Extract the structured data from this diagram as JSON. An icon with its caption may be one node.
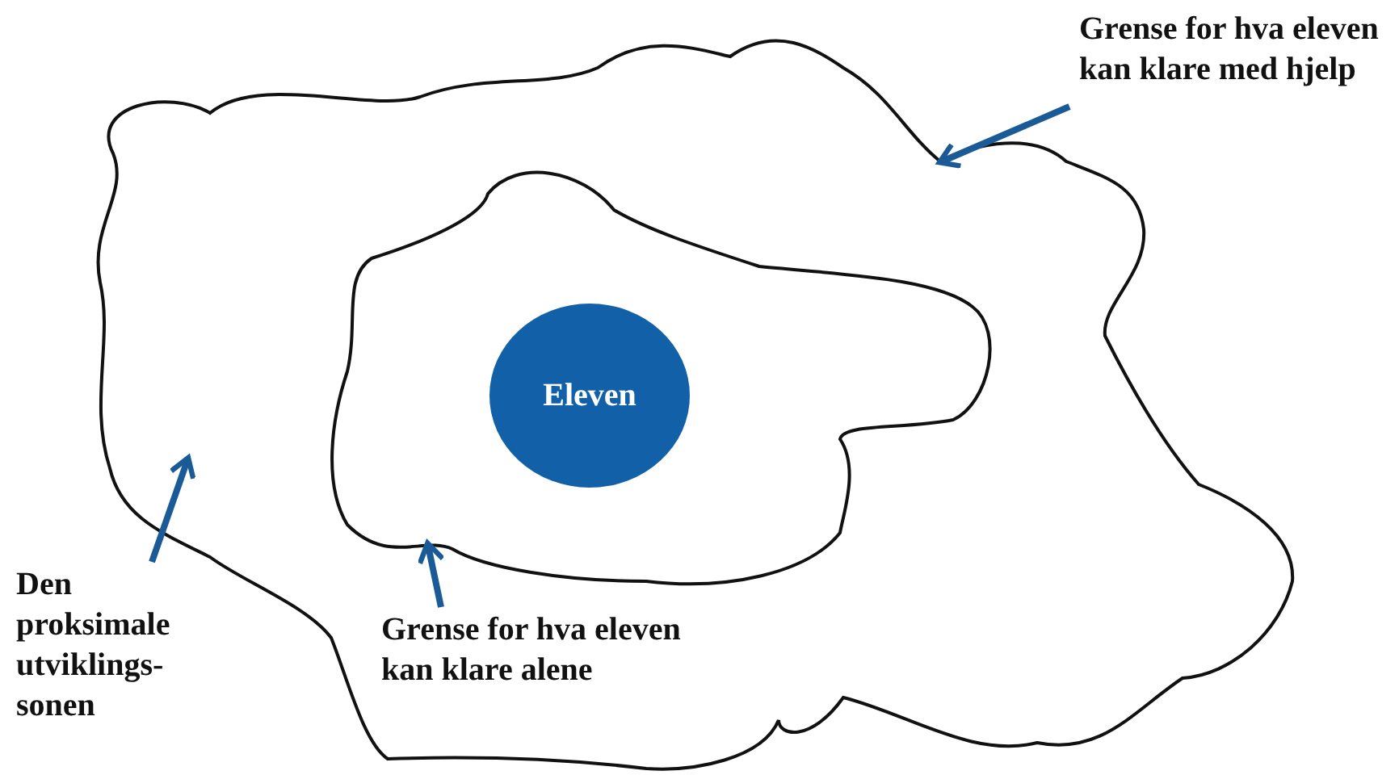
{
  "diagram": {
    "nodes": [
      {
        "text": [],
        "shape": "cloud"
      },
      {
        "text": [],
        "shape": "cloud",
        "in": 0
      },
      {
        "text": [
          "Eleven"
        ],
        "in": 1
      },
      {
        "text": [
          "Grense for hva eleven kan klare med hjelp"
        ]
      },
      {
        "text": [
          "Den proksimale utviklings- sonen"
        ]
      },
      {
        "text": [
          "Grense for hva eleven kan klare alene"
        ],
        "in": 0
      }
    ],
    "edges": [
      {
        "from": 3,
        "to": 0,
        "arrow": "to"
      },
      {
        "from": 4,
        "to": 0,
        "arrow": "to"
      },
      {
        "from": 5,
        "to": 1,
        "arrow": "to"
      }
    ]
  }
}
